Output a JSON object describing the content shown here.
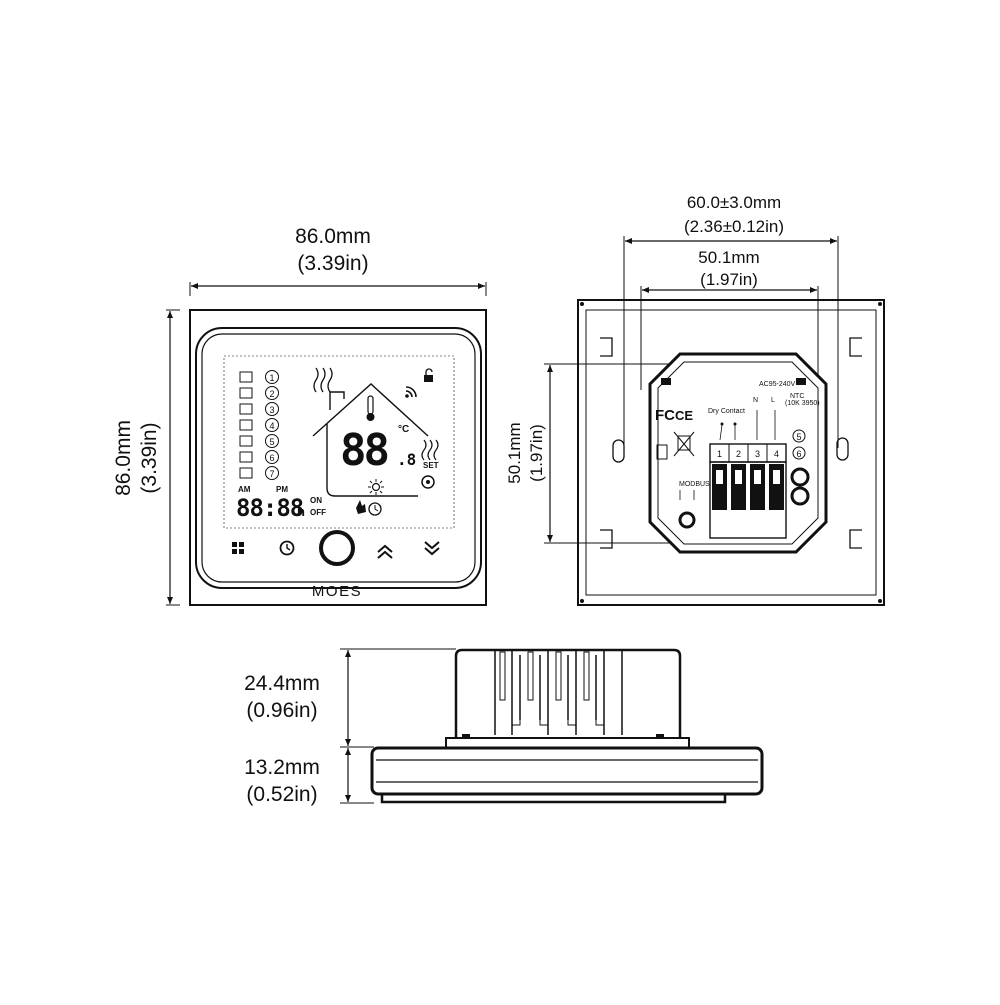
{
  "front": {
    "width_mm": "86.0mm",
    "width_in": "(3.39in)",
    "height_mm": "86.0mm",
    "height_in": "(3.39in)",
    "brand": "MOES",
    "lcd": {
      "temp_digits": "88",
      "temp_decimal": ".8",
      "temp_unit": "°C",
      "set_label": "SET",
      "time_digits": "88:88",
      "time_suffix": "h",
      "am_label": "AM",
      "pm_label": "PM",
      "on_label": "ON",
      "off_label": "OFF",
      "program_numbers": [
        "1",
        "2",
        "3",
        "4",
        "5",
        "6",
        "7"
      ]
    },
    "buttons": [
      "menu",
      "clock",
      "power",
      "up",
      "down"
    ]
  },
  "back": {
    "outer_width_mm": "60.0±3.0mm",
    "outer_width_in": "(2.36±0.12in)",
    "inner_width_mm": "50.1mm",
    "inner_width_in": "(1.97in)",
    "height_mm": "50.1mm",
    "height_in": "(1.97in)",
    "voltage_label": "AC95-240V",
    "dry_contact_label": "Dry Contact",
    "n_label": "N",
    "l_label": "L",
    "ntc_label": "NTC",
    "ntc_spec": "(10K 3950)",
    "terminals": [
      "1",
      "2",
      "3",
      "4"
    ],
    "extra_terminals": [
      "5",
      "6"
    ],
    "cert_fc": "FC",
    "cert_ce": "CE",
    "modbus_label": "MODBUS"
  },
  "side": {
    "body_depth_mm": "24.4mm",
    "body_depth_in": "(0.96in)",
    "panel_depth_mm": "13.2mm",
    "panel_depth_in": "(0.52in)"
  }
}
